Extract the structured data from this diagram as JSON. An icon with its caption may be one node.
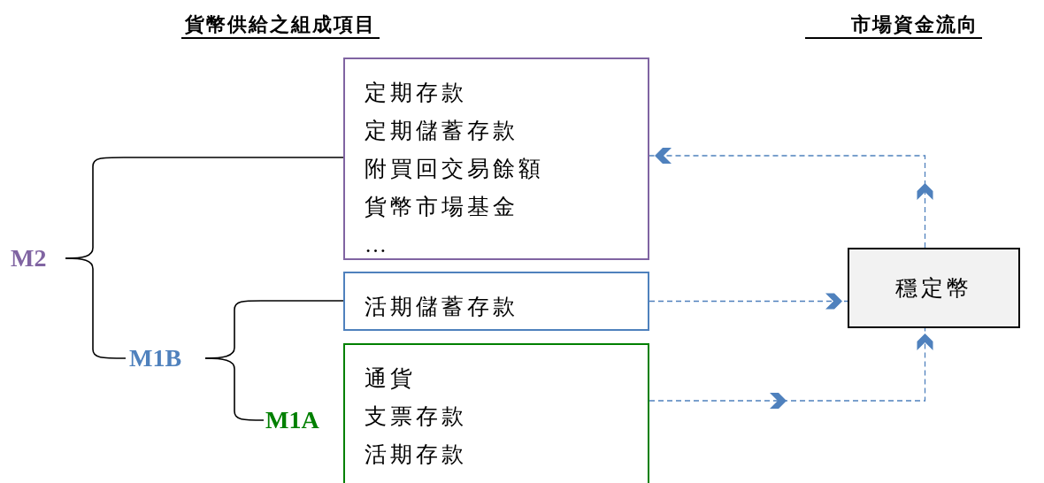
{
  "diagram": {
    "nodes": [
      {
        "text": [
          "定期存款",
          "定期儲蓄存款",
          "附買回交易餘額",
          "貨幣市場基金",
          "…"
        ]
      },
      {
        "text": [
          "活期儲蓄存款"
        ]
      },
      {
        "text": [
          "通貨",
          "支票存款",
          "活期存款"
        ]
      },
      {
        "text": [
          "穩定幣"
        ]
      },
      {
        "text": [
          "M2"
        ]
      },
      {
        "text": [
          "M1B"
        ]
      },
      {
        "text": [
          "M1A"
        ]
      }
    ],
    "edges": [
      {
        "from": 4,
        "to": 0,
        "arrow": "none"
      },
      {
        "from": 4,
        "to": 5,
        "arrow": "none"
      },
      {
        "from": 5,
        "to": 1,
        "arrow": "none"
      },
      {
        "from": 5,
        "to": 6,
        "arrow": "none"
      },
      {
        "from": 1,
        "to": 3,
        "arrow": "to",
        "style": "dashed",
        "color": "#4f81bd"
      },
      {
        "from": 2,
        "to": 3,
        "arrow": "to",
        "style": "dashed",
        "color": "#4f81bd"
      },
      {
        "from": 3,
        "to": 0,
        "arrow": "to",
        "style": "dashed",
        "color": "#4f81bd"
      }
    ],
    "labels": [
      "貨幣供給之組成項目",
      "市場資金流向"
    ]
  }
}
